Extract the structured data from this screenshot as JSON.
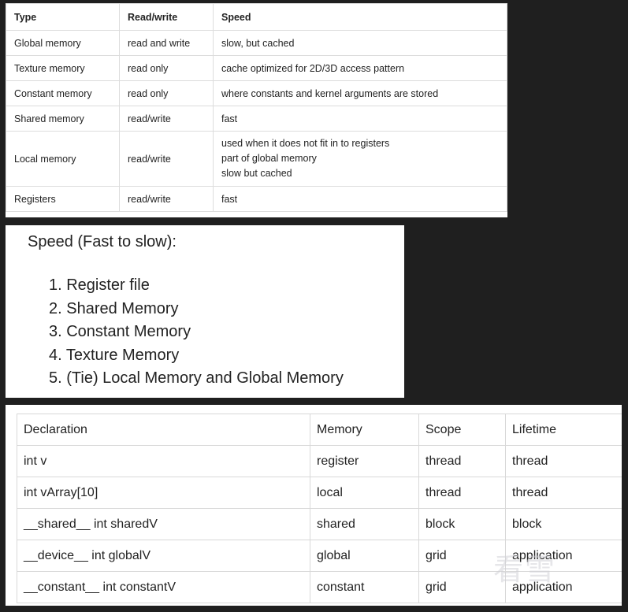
{
  "memory_table": {
    "headers": [
      "Type",
      "Read/write",
      "Speed"
    ],
    "rows": [
      {
        "type": "Global memory",
        "rw": "read and write",
        "speed": [
          "slow, but cached"
        ]
      },
      {
        "type": "Texture memory",
        "rw": "read only",
        "speed": [
          "cache optimized for 2D/3D access pattern"
        ]
      },
      {
        "type": "Constant memory",
        "rw": "read only",
        "speed": [
          "where constants and kernel arguments are stored"
        ]
      },
      {
        "type": "Shared memory",
        "rw": "read/write",
        "speed": [
          "fast"
        ]
      },
      {
        "type": "Local memory",
        "rw": "read/write",
        "speed": [
          "used when it does not fit in to registers",
          "part of global memory",
          "slow but cached"
        ]
      },
      {
        "type": "Registers",
        "rw": "read/write",
        "speed": [
          "fast"
        ]
      }
    ]
  },
  "speed_list": {
    "title": "Speed (Fast to slow):",
    "items": [
      "1. Register file",
      "2. Shared Memory",
      "3. Constant Memory",
      "4. Texture Memory",
      "5. (Tie) Local Memory and Global Memory"
    ]
  },
  "declaration_table": {
    "headers": [
      "Declaration",
      "Memory",
      "Scope",
      "Lifetime"
    ],
    "rows": [
      [
        "int v",
        "register",
        "thread",
        "thread"
      ],
      [
        "int vArray[10]",
        "local",
        "thread",
        "thread"
      ],
      [
        "__shared__ int sharedV",
        "shared",
        "block",
        "block"
      ],
      [
        "__device__ int globalV",
        "global",
        "grid",
        "application"
      ],
      [
        "__constant__ int constantV",
        "constant",
        "grid",
        "application"
      ]
    ]
  },
  "watermark": "看雪"
}
